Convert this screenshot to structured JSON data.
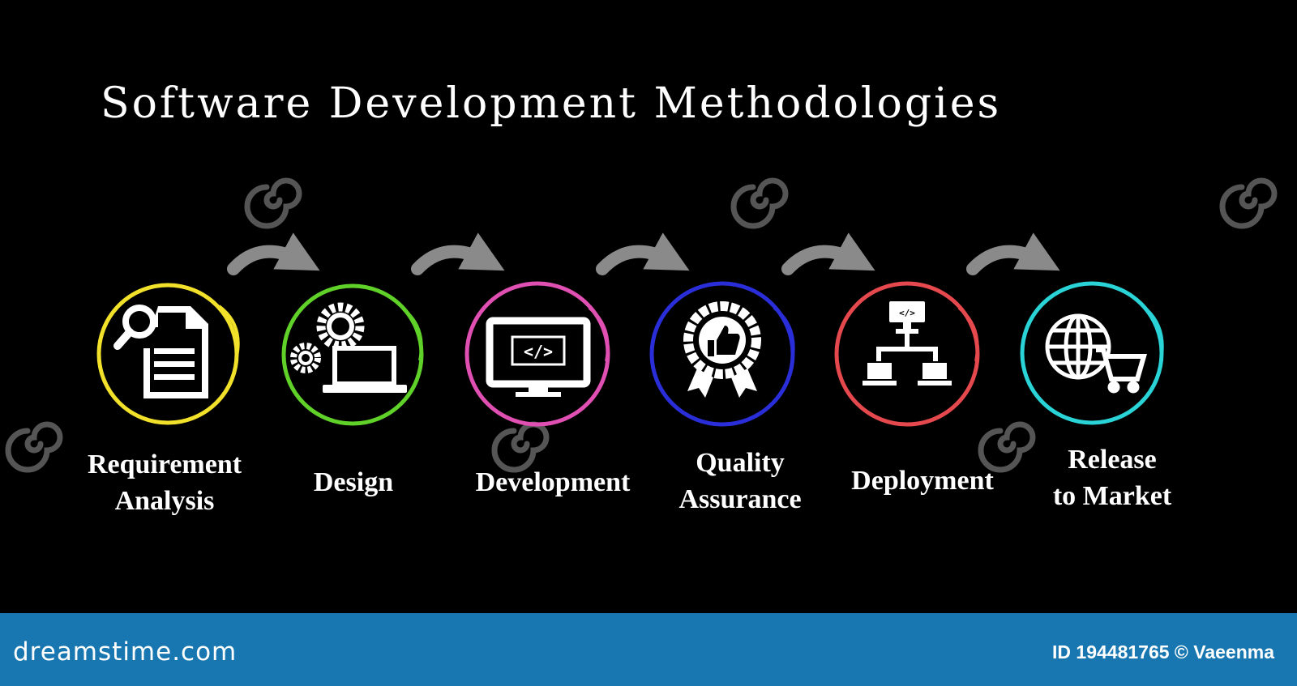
{
  "title": "Software Development Methodologies",
  "steps": [
    {
      "label_lines": [
        "Requirement",
        "Analysis"
      ],
      "icon": "document-search-icon",
      "color": "#f2e12a"
    },
    {
      "label_lines": [
        "Design"
      ],
      "icon": "gears-laptop-icon",
      "color": "#5fd128"
    },
    {
      "label_lines": [
        "Development"
      ],
      "icon": "code-monitor-icon",
      "color": "#e04fb2"
    },
    {
      "label_lines": [
        "Quality",
        "Assurance"
      ],
      "icon": "quality-badge-icon",
      "color": "#2a2ed8"
    },
    {
      "label_lines": [
        "Deployment"
      ],
      "icon": "network-hierarchy-icon",
      "color": "#e5484d"
    },
    {
      "label_lines": [
        "Release",
        "to Market"
      ],
      "icon": "globe-cart-icon",
      "color": "#29d3d6"
    }
  ],
  "arrow_color": "#8a8a8a",
  "footer": {
    "brand": "dreamstime.com",
    "id_text": "ID 194481765 © Vaeenma",
    "background": "#1877b0"
  }
}
